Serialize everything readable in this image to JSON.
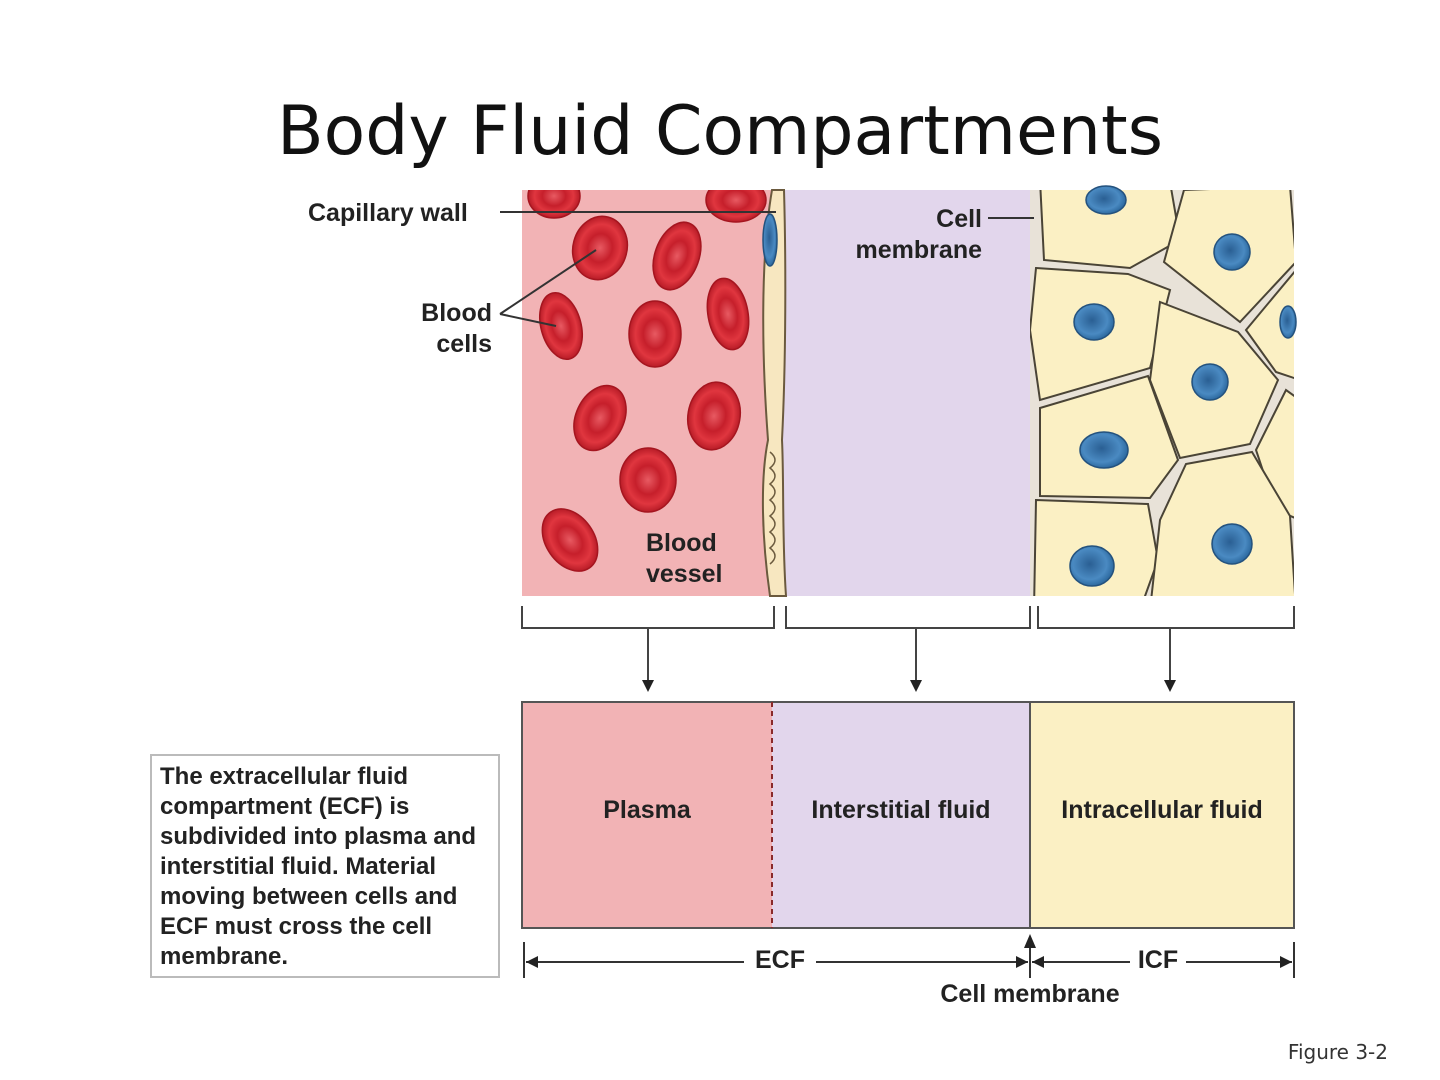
{
  "title": "Body Fluid Compartments",
  "labels": {
    "capillary_wall": "Capillary wall",
    "blood_cells_line1": "Blood",
    "blood_cells_line2": "cells",
    "cell_membrane_top_line1": "Cell",
    "cell_membrane_top_line2": "membrane",
    "blood_vessel_line1": "Blood",
    "blood_vessel_line2": "vessel"
  },
  "compartments": {
    "plasma": "Plasma",
    "interstitial": "Interstitial fluid",
    "intracellular": "Intracellular fluid"
  },
  "axis": {
    "ecf": "ECF",
    "icf": "ICF",
    "cell_membrane": "Cell membrane"
  },
  "note": {
    "part1": "The extracellular fluid compartment (",
    "bold1": "ECF",
    "part2": ") is subdivided into plasma and interstitial fluid. Material moving between cells and ECF must cross the cell membrane."
  },
  "figure_ref": "Figure 3-2",
  "colors": {
    "plasma": "#f2b3b5",
    "interstitial": "#e2d6ec",
    "intracellular": "#fbf0c4",
    "rbc": "#d9343d",
    "nucleus": "#3e7fb8"
  }
}
